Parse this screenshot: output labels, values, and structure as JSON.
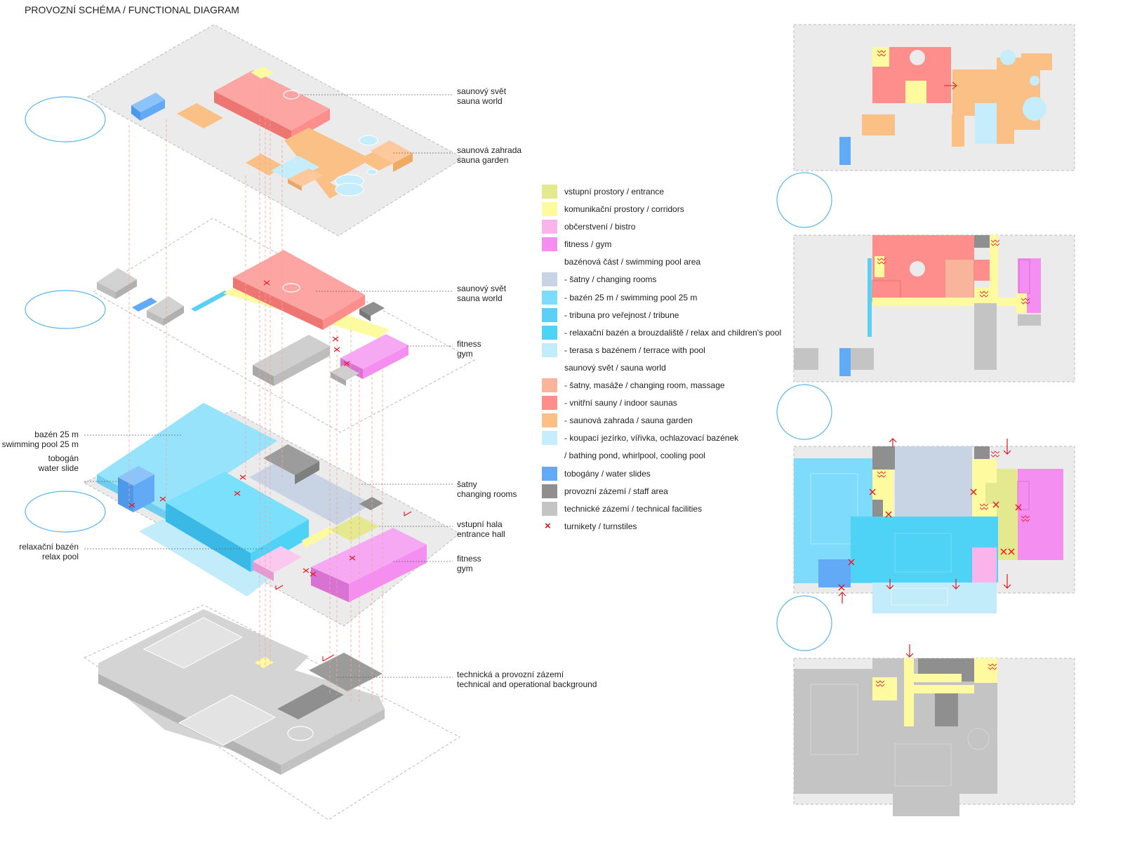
{
  "title": "PROVOZNÍ SCHÉMA / FUNCTIONAL DIAGRAM",
  "colors": {
    "entrance": "#e4e98f",
    "corridors": "#fdfaa0",
    "bistro": "#fbb3eb",
    "gym": "#f48ef0",
    "changing": "#c8d3e3",
    "pool25": "#7fdbfb",
    "tribune": "#5ccff5",
    "relax": "#4ed2f6",
    "terrace": "#c3ecfb",
    "sauna_changing": "#f9b59b",
    "indoor_saunas": "#fd8e8b",
    "sauna_garden": "#fbc086",
    "bathing": "#c6edfb",
    "slides": "#62aaf5",
    "staff": "#8f8f8f",
    "technical": "#c4c4c4",
    "plate": "#ebebeb",
    "turnstile": "#e8141c"
  },
  "axo_labels": [
    {
      "lines": [
        "saunový svět",
        "sauna world"
      ]
    },
    {
      "lines": [
        "saunová zahrada",
        "sauna garden"
      ]
    },
    {
      "lines": [
        "saunový svět",
        "sauna world"
      ]
    },
    {
      "lines": [
        "fitness",
        "gym"
      ]
    },
    {
      "lines": [
        "bazén 25 m",
        "swimming pool 25 m"
      ]
    },
    {
      "lines": [
        "tobogán",
        "water slide"
      ]
    },
    {
      "lines": [
        "šatny",
        "changing rooms"
      ]
    },
    {
      "lines": [
        "vstupní hala",
        "entrance hall"
      ]
    },
    {
      "lines": [
        "relaxační bazén",
        "relax pool"
      ]
    },
    {
      "lines": [
        "fitness",
        "gym"
      ]
    },
    {
      "lines": [
        "technická a provozní zázemí",
        "technical and operational background"
      ]
    }
  ],
  "legend": [
    {
      "text": "vstupní prostory / entrance",
      "color": "entrance"
    },
    {
      "text": "komunikační prostory / corridors",
      "color": "corridors"
    },
    {
      "text": "občerstvení / bistro",
      "color": "bistro"
    },
    {
      "text": "fitness / gym",
      "color": "gym"
    },
    {
      "text": "bazénová část / swimming pool area",
      "color": ""
    },
    {
      "text": "- šatny / changing rooms",
      "color": "changing"
    },
    {
      "text": "- bazén 25 m / swimming pool 25 m",
      "color": "pool25"
    },
    {
      "text": "- tribuna pro veřejnost / tribune",
      "color": "tribune"
    },
    {
      "text": "- relaxační bazén a brouzdaliště / relax and children's pool",
      "color": "relax"
    },
    {
      "text": "- terasa s bazénem / terrace with pool",
      "color": "terrace"
    },
    {
      "text": "saunový svět / sauna world",
      "color": ""
    },
    {
      "text": "- šatny, masáže / changing room, massage",
      "color": "sauna_changing"
    },
    {
      "text": "- vnitřní sauny / indoor saunas",
      "color": "indoor_saunas"
    },
    {
      "text": "- saunová zahrada / sauna garden",
      "color": "sauna_garden"
    },
    {
      "text": "- koupací jezírko, vířivka, ochlazovací bazének",
      "color": "bathing"
    },
    {
      "text": "/ bathing pond, whirlpool, cooling pool",
      "color": ""
    },
    {
      "text": "tobogány / water slides",
      "color": "slides"
    },
    {
      "text": "provozní zázemí / staff area",
      "color": "staff"
    },
    {
      "text": "technické zázemí / technical facilities",
      "color": "technical"
    },
    {
      "text": "turnikety / turnstiles",
      "color": "",
      "marker": "×"
    }
  ]
}
